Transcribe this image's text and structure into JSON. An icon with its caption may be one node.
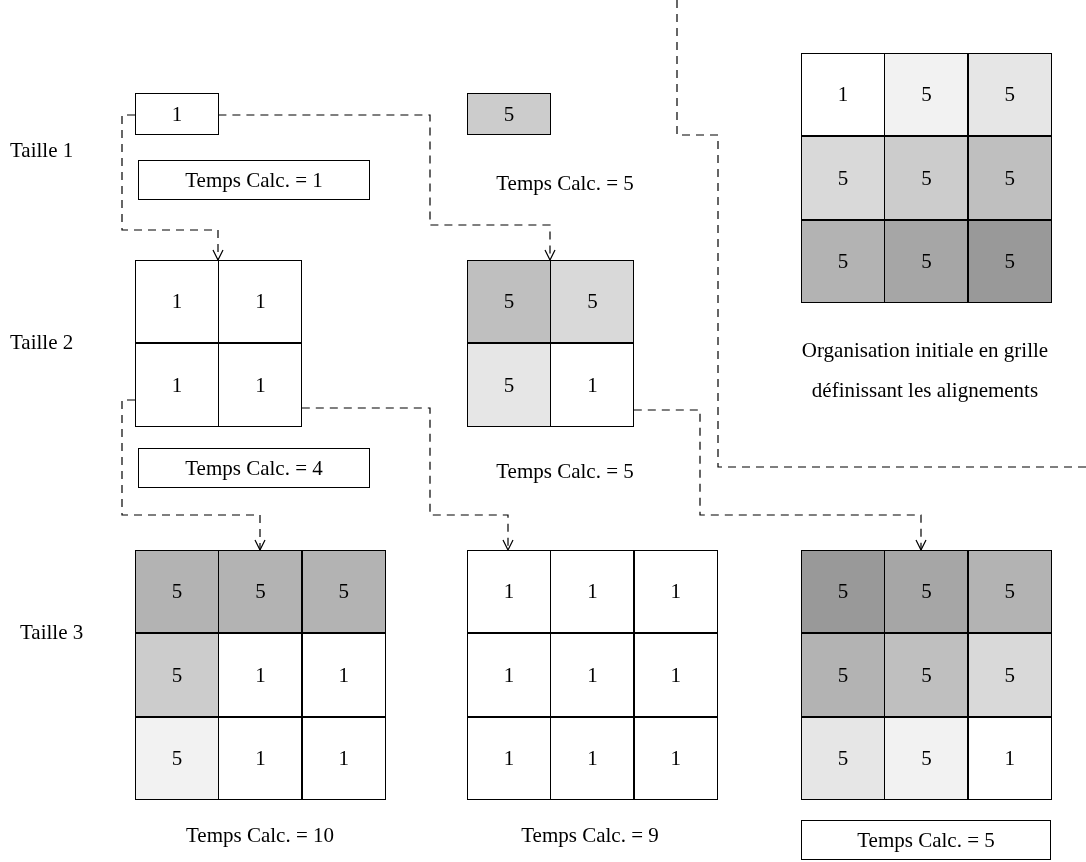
{
  "diagram": {
    "nodes": [
      {
        "text": [],
        "shape": "box"
      },
      {
        "text": [
          "1"
        ],
        "in": 0
      },
      {
        "text": [
          "Temps Calc. = 1"
        ]
      },
      {
        "text": [],
        "shape": "box",
        "beside": [
          "Temps Calc. = 5"
        ]
      },
      {
        "text": [
          "5"
        ],
        "in": 3
      },
      {
        "text": [],
        "shape": "box",
        "beside": [
          "Organisation initiale en grille définissant les alignements"
        ]
      },
      {
        "text": [
          "1"
        ],
        "in": 5
      },
      {
        "text": [
          "5"
        ],
        "in": 5
      },
      {
        "text": [
          "5"
        ],
        "in": 5
      },
      {
        "text": [
          "5"
        ],
        "in": 5
      },
      {
        "text": [
          "5"
        ],
        "in": 5
      },
      {
        "text": [
          "5"
        ],
        "in": 5
      },
      {
        "text": [
          "5"
        ],
        "in": 5
      },
      {
        "text": [
          "5"
        ],
        "in": 5
      },
      {
        "text": [
          "5"
        ],
        "in": 5
      },
      {
        "text": [],
        "shape": "box"
      },
      {
        "text": [
          "1"
        ],
        "in": 15
      },
      {
        "text": [
          "1"
        ],
        "in": 15
      },
      {
        "text": [
          "1"
        ],
        "in": 15
      },
      {
        "text": [
          "1"
        ],
        "in": 15
      },
      {
        "text": [
          "Temps Calc. = 4"
        ]
      },
      {
        "text": [],
        "shape": "box",
        "beside": [
          "Temps Calc. = 5"
        ]
      },
      {
        "text": [
          "5"
        ],
        "in": 21
      },
      {
        "text": [
          "5"
        ],
        "in": 21
      },
      {
        "text": [
          "5"
        ],
        "in": 21
      },
      {
        "text": [
          "1"
        ],
        "in": 21
      },
      {
        "text": [],
        "shape": "box",
        "beside": [
          "Temps Calc. = 10"
        ]
      },
      {
        "text": [
          "5"
        ],
        "in": 26
      },
      {
        "text": [
          "5"
        ],
        "in": 26
      },
      {
        "text": [
          "5"
        ],
        "in": 26
      },
      {
        "text": [
          "5"
        ],
        "in": 26
      },
      {
        "text": [
          "1"
        ],
        "in": 26
      },
      {
        "text": [
          "1"
        ],
        "in": 26
      },
      {
        "text": [
          "5"
        ],
        "in": 26
      },
      {
        "text": [
          "1"
        ],
        "in": 26
      },
      {
        "text": [
          "1"
        ],
        "in": 26
      },
      {
        "text": [],
        "shape": "box",
        "beside": [
          "Temps Calc. = 9"
        ]
      },
      {
        "text": [
          "1"
        ],
        "in": 36
      },
      {
        "text": [
          "1"
        ],
        "in": 36
      },
      {
        "text": [
          "1"
        ],
        "in": 36
      },
      {
        "text": [
          "1"
        ],
        "in": 36
      },
      {
        "text": [
          "1"
        ],
        "in": 36
      },
      {
        "text": [
          "1"
        ],
        "in": 36
      },
      {
        "text": [
          "1"
        ],
        "in": 36
      },
      {
        "text": [
          "1"
        ],
        "in": 36
      },
      {
        "text": [
          "1"
        ],
        "in": 36
      },
      {
        "text": [],
        "shape": "box"
      },
      {
        "text": [
          "5"
        ],
        "in": 46
      },
      {
        "text": [
          "5"
        ],
        "in": 46
      },
      {
        "text": [
          "5"
        ],
        "in": 46
      },
      {
        "text": [
          "5"
        ],
        "in": 46
      },
      {
        "text": [
          "5"
        ],
        "in": 46
      },
      {
        "text": [
          "5"
        ],
        "in": 46
      },
      {
        "text": [
          "5"
        ],
        "in": 46
      },
      {
        "text": [
          "5"
        ],
        "in": 46
      },
      {
        "text": [
          "1"
        ],
        "in": 46
      },
      {
        "text": [
          "Temps Calc. = 5"
        ]
      }
    ],
    "edges": [
      {
        "from": 0,
        "to": 15,
        "arrow": "to",
        "style": "dashed"
      },
      {
        "from": 0,
        "to": 21,
        "arrow": "to",
        "style": "dashed"
      },
      {
        "from": 15,
        "to": 26,
        "arrow": "to",
        "style": "dashed"
      },
      {
        "from": 15,
        "to": 36,
        "arrow": "to",
        "style": "dashed"
      },
      {
        "from": 21,
        "to": 46,
        "arrow": "to",
        "style": "dashed"
      }
    ],
    "labels": [
      "Taille 1",
      "Taille 2",
      "Taille 3"
    ]
  }
}
